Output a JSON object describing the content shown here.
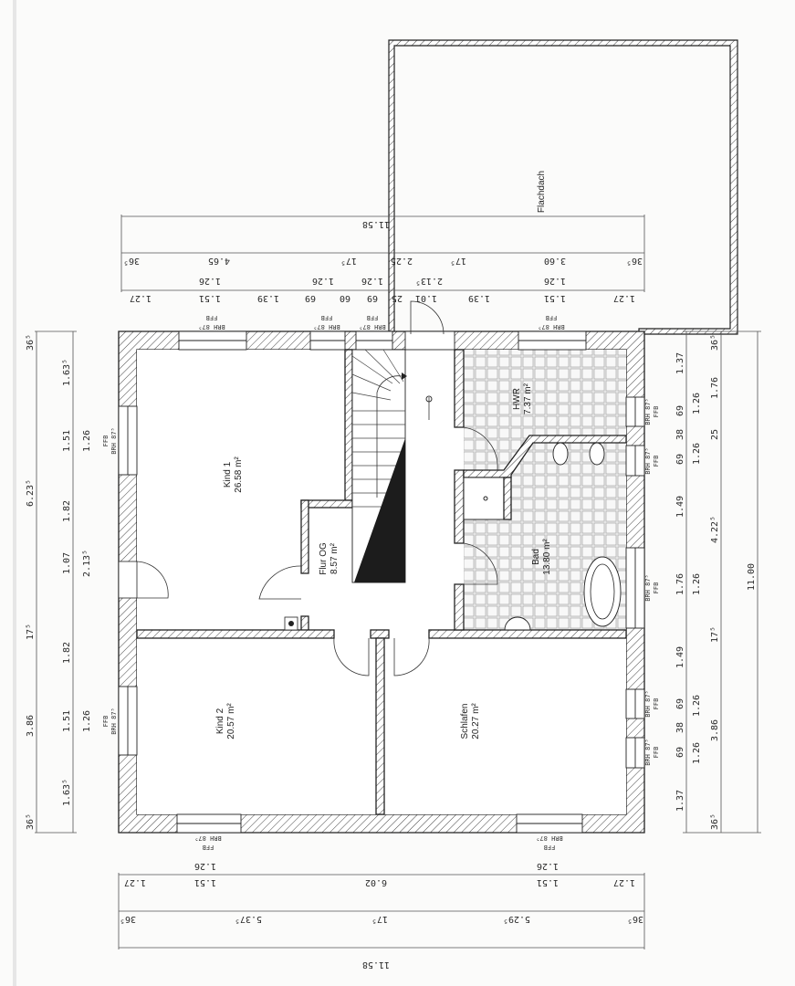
{
  "plan": {
    "orientation": "rotated 180° (text upside down top/bottom, vertical on sides)",
    "rooms": [
      {
        "id": "kind1",
        "name": "Kind 1",
        "area": "26.58 m²"
      },
      {
        "id": "flur",
        "name": "Flur OG",
        "area": "8.57 m²"
      },
      {
        "id": "hwr",
        "name": "HWR",
        "area": "7.37 m²"
      },
      {
        "id": "bad",
        "name": "Bad",
        "area": "13.80 m²"
      },
      {
        "id": "kind2",
        "name": "Kind 2",
        "area": "20.57 m²"
      },
      {
        "id": "schlafen",
        "name": "Schlafen",
        "area": "20.27 m²"
      },
      {
        "id": "flachdach",
        "name": "Flachdach",
        "area": ""
      }
    ],
    "window_labels": {
      "brh": "BRH 87⁵",
      "ffb": "FFB"
    },
    "dims_top": {
      "total": "11.58",
      "row2": [
        "36⁵",
        "4.65",
        "17⁵",
        "2.25",
        "17⁵",
        "3.60",
        "36⁵"
      ],
      "row3": [
        "1.27",
        "1.51",
        "1.39",
        "69",
        "60",
        "69",
        "25",
        "1.01",
        "1.39",
        "1.51",
        "1.27"
      ],
      "row3_upper": [
        "1.26",
        "1.26",
        "1.26",
        "2.13⁵",
        "1.26"
      ]
    },
    "dims_bottom": {
      "total": "11.58",
      "row2": [
        "36⁵",
        "5.37⁵",
        "17⁵",
        "5.29⁵",
        "36⁵"
      ],
      "row1": [
        "1.27",
        "1.51",
        "6.02",
        "1.51",
        "1.27"
      ],
      "row1_upper": [
        "1.26",
        "1.26"
      ]
    },
    "dims_left": {
      "outer": [
        "36⁵",
        "6.23⁵",
        "17⁵",
        "3.86",
        "36⁵"
      ],
      "inner": [
        "1.63⁵",
        "1.51",
        "1.82",
        "1.07",
        "1.82",
        "1.51",
        "1.63⁵"
      ],
      "inner_upper": [
        "1.26",
        "2.13⁵",
        "1.26"
      ]
    },
    "dims_right": {
      "total": "11.00",
      "mid": [
        "36⁵",
        "1.76",
        "25",
        "4.22⁵",
        "17⁵",
        "3.86",
        "36⁵"
      ],
      "inner": [
        "1.37",
        "69",
        "38",
        "69",
        "1.49",
        "1.76",
        "1.49",
        "69",
        "38",
        "69",
        "1.37"
      ],
      "inner_upper": [
        "1.26",
        "1.26",
        "1.26",
        "1.26",
        "1.26"
      ]
    }
  }
}
